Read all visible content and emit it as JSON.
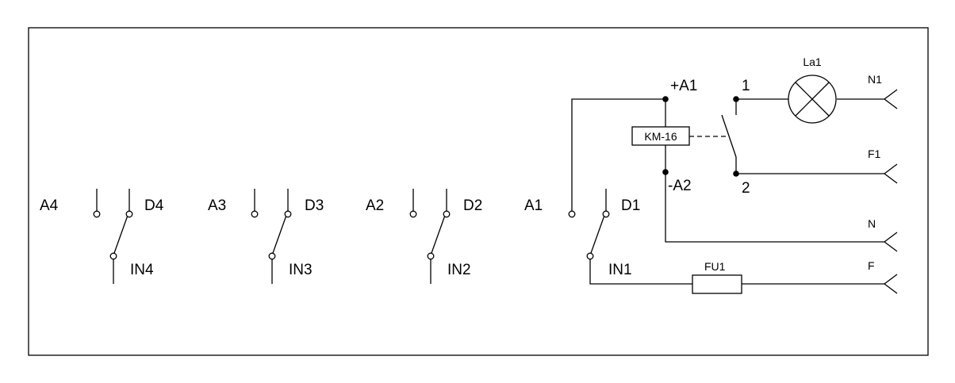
{
  "switches": [
    {
      "id": "sw4",
      "left": "A4",
      "right": "D4",
      "bottom": "IN4"
    },
    {
      "id": "sw3",
      "left": "A3",
      "right": "D3",
      "bottom": "IN3"
    },
    {
      "id": "sw2",
      "left": "A2",
      "right": "D2",
      "bottom": "IN2"
    },
    {
      "id": "sw1",
      "left": "A1",
      "right": "D1",
      "bottom": "IN1"
    }
  ],
  "relay": {
    "label": "KM-16",
    "plus": "+A1",
    "minus": "-A2",
    "contact_1": "1",
    "contact_2": "2"
  },
  "lamp": {
    "label": "La1"
  },
  "fuse": {
    "label": "FU1"
  },
  "terminals": {
    "n1": "N1",
    "f1": "F1",
    "n": "N",
    "f": "F"
  }
}
